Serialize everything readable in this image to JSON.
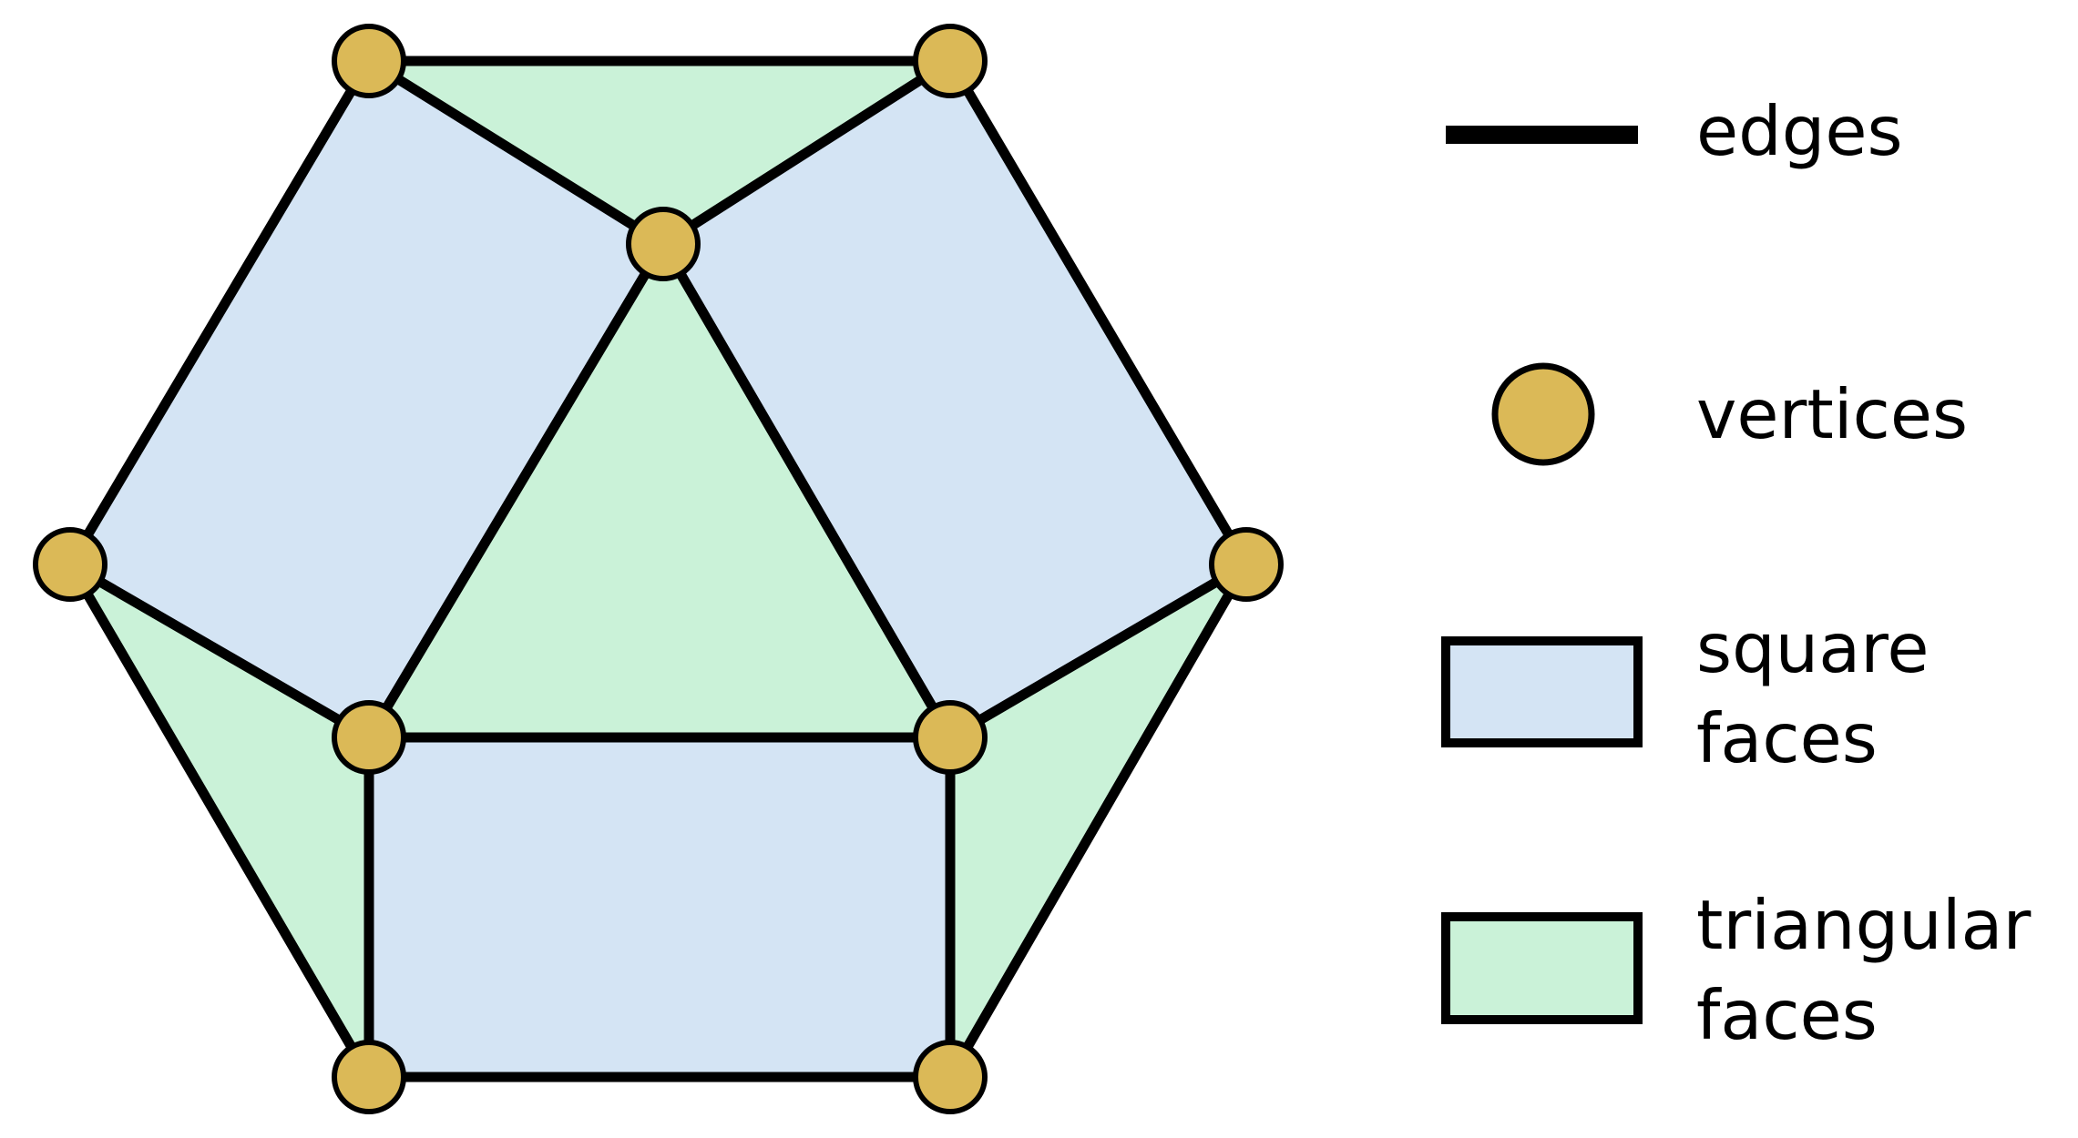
{
  "colors": {
    "edge": "#000000",
    "vertex": "#dbb957",
    "square_face": "#d4e4f4",
    "triangular_face": "#caf2d8",
    "background": "#ffffff"
  },
  "legend": {
    "edges": "edges",
    "vertices": "vertices",
    "square_faces_line1": "square",
    "square_faces_line2": "faces",
    "triangular_faces_line1": "triangular",
    "triangular_faces_line2": "faces"
  }
}
